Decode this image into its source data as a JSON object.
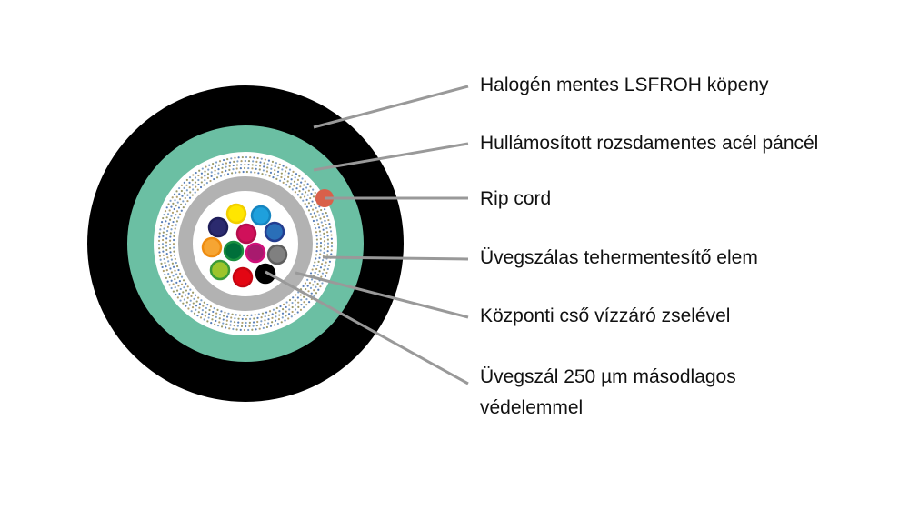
{
  "labels": {
    "jacket": "Halogén mentes LSFROH köpeny",
    "armor": "Hullámosított rozsdamentes acél páncél",
    "ripcord": "Rip cord",
    "strength": "Üvegszálas tehermentesítő elem",
    "tube": "Központi cső vízzáró zselével",
    "fiber_line1": "Üvegszál 250 µm másodlagos",
    "fiber_line2": "védelemmel"
  },
  "colors": {
    "jacket": "#000000",
    "armor": "#6bbfa3",
    "tube": "#b2b2b2",
    "ripcord": "#d9604a",
    "leader": "#999999",
    "fibers": [
      "#ffe600",
      "#1fa0dc",
      "#2b2a6e",
      "#d0105a",
      "#2a6fb8",
      "#f6a533",
      "#006f3a",
      "#a81a6e",
      "#808080",
      "#9dc42b",
      "#e30613",
      "#000000"
    ],
    "fiber_rims": [
      "#f2cf00",
      "#1585c0",
      "#1f1e5a",
      "#b50d4c",
      "#233d90",
      "#ee8c10",
      "#1a9040",
      "#d0107a",
      "#5f5f5f",
      "#3a9b37",
      "#c60512",
      "#000000"
    ]
  }
}
